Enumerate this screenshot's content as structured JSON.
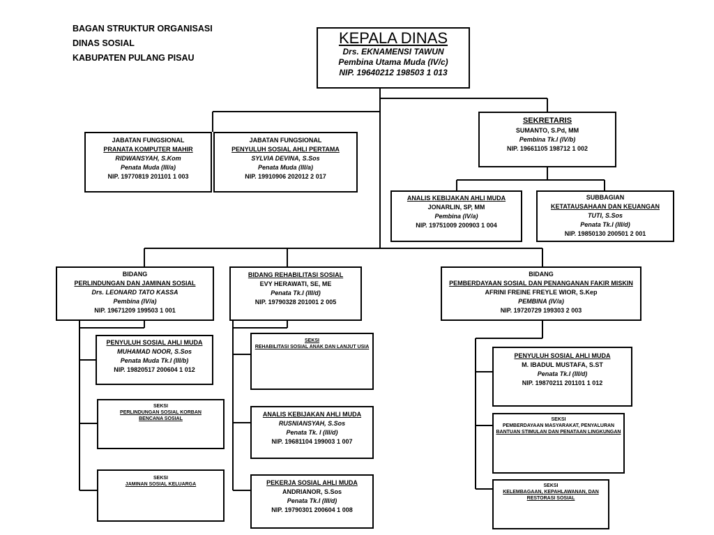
{
  "title": {
    "line1": "BAGAN STRUKTUR ORGANISASI",
    "line2": "DINAS SOSIAL",
    "line3": "KABUPATEN  PULANG PISAU"
  },
  "kepala": {
    "heading": "KEPALA DINAS",
    "name": "Drs. EKNAMENSI  TAWUN",
    "rank": "Pembina Utama Muda (IV/c)",
    "nip": "NIP. 19640212  198503  1 013"
  },
  "sekretaris": {
    "heading": "SEKRETARIS",
    "name": "SUMANTO, S.Pd, MM",
    "rank": "Pembina Tk.I (IV/b)",
    "nip": "NIP. 19661105  198712  1 002"
  },
  "jf_komputer": {
    "line1": "JABATAN  FUNGSIONAL",
    "line2": "PRANATA  KOMPUTER  MAHIR",
    "name": "RIDWANSYAH, S.Kom",
    "rank": "Penata Muda (III/a)",
    "nip": "NIP. 19770819  201101  1 003"
  },
  "jf_penyuluh": {
    "line1": "JABATAN  FUNGSIONAL",
    "line2": "PENYULUH SOSIAL AHLI PERTAMA",
    "name": "SYLVIA DEVINA, S.Sos",
    "rank": "Penata Muda (III/a)",
    "nip": "NIP. 19910906  202012  2 017"
  },
  "analis_sek": {
    "heading": "ANALIS KEBIJAKAN  AHLI MUDA",
    "name": "JONARLIN,  SP, MM",
    "rank": "Pembina (IV/a)",
    "nip": "NIP. 19751009 200903 1 004"
  },
  "subbagian": {
    "line1": "SUBBAGIAN",
    "line2": "KETATAUSAHAAN DAN KEUANGAN",
    "name": "TUTI, S.Sos",
    "rank": "Penata Tk.I (III/d)",
    "nip": "NIP. 19850130  200501  2 001"
  },
  "bidang_perlindungan": {
    "line1": "BIDANG",
    "line2": "PERLINDUNGAN DAN JAMINAN SOSIAL",
    "name": "Drs. LEONARD TATO KASSA",
    "rank": "Pembina (IV/a)",
    "nip": "NIP. 19671209  199503  1 001"
  },
  "bidang_rehab": {
    "heading": "BIDANG  REHABILITASI  SOSIAL",
    "name": "EVY HERAWATI, SE, ME",
    "rank": "Penata Tk.I (III/d)",
    "nip": "NIP. 19790328  201001  2 005"
  },
  "bidang_pemberdayaan": {
    "line1": "BIDANG",
    "line2": "PEMBERDAYAAN SOSIAL DAN PENANGANAN  FAKIR MISKIN",
    "name": "AFRINI FREINE FREYLE WIOR, S.Kep",
    "rank": "PEMBINA (IV/a)",
    "nip": "NIP. 19720729  199303  2 003"
  },
  "penyuluh_left": {
    "heading": "PENYULUH SOSIAL AHLI MUDA",
    "name": "MUHAMAD  NOOR,  S.Sos",
    "rank": "Penata Muda Tk.I (III/b)",
    "nip": "NIP. 19820517  200604  1 012"
  },
  "seksi_korban": {
    "line1": "SEKSI",
    "line2": "PERLINDUNGAN   SOSIAL  KORBAN",
    "line3": "BENCANA  SOSIAL"
  },
  "seksi_jaminan": {
    "line1": "SEKSI",
    "line2": "JAMINAN  SOSIAL  KELUARGA"
  },
  "seksi_rehab": {
    "line1": "SEKSI",
    "line2": "REHABILITASI SOSIAL ANAK DAN LANJUT USIA"
  },
  "analis_rehab": {
    "heading": "ANALIS KEBIJAKAN  AHLI MUDA",
    "name": "RUSNIANSYAH, S.Sos",
    "rank": "Penata Tk. I (III/d)",
    "nip": "NIP.  19681104  199003  1 007"
  },
  "pekerja": {
    "heading": "PEKERJA  SOSIAL AHLI MUDA",
    "name": "ANDRIANOR,  S.Sos",
    "rank": "Penata Tk.I (III/d)",
    "nip": "NIP. 19790301  200604  1 008"
  },
  "penyuluh_right": {
    "heading": "PENYULUH SOSIAL AHLI MUDA",
    "name": "M. IBADUL  MUSTAFA,  S.ST",
    "rank": "Penata Tk.I (III/d)",
    "nip": "NIP. 19870211   201101  1 012"
  },
  "seksi_pemberdayaan": {
    "line1": "SEKSI",
    "line2": "PEMBERDAYAAN MASYARAKAT, PENYALURAN",
    "line3": "BANTUAN STIMULAN DAN PENATAAN LINGKUNGAN"
  },
  "seksi_kelembagaan": {
    "line1": "SEKSI",
    "line2": "KELEMBAGAAN,  KEPAHLAWANAN,  DAN",
    "line3": "RESTORASI  SOSIAL"
  }
}
